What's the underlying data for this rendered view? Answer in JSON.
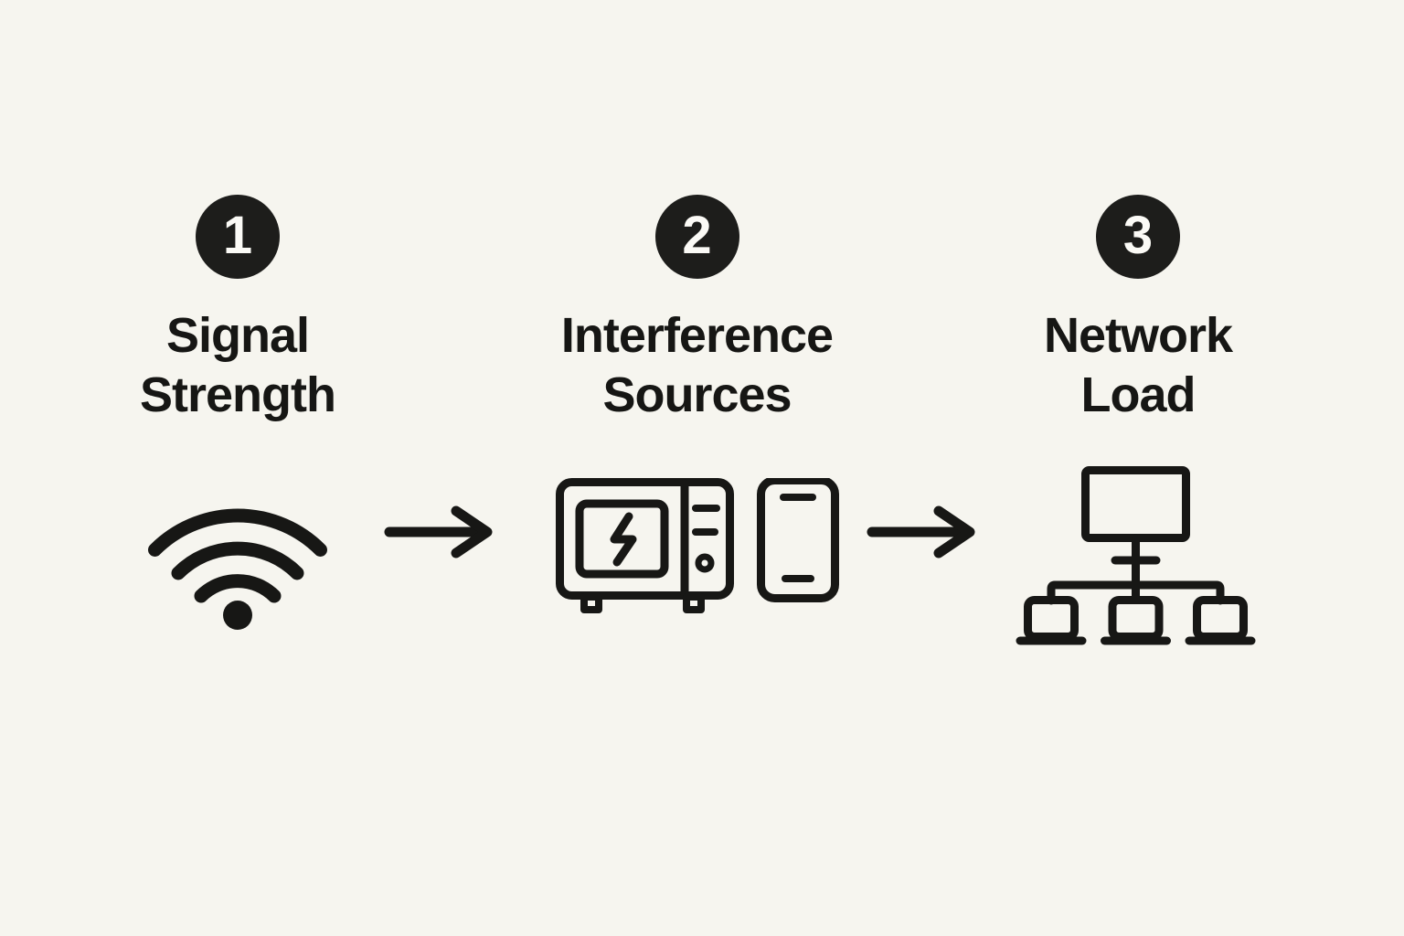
{
  "diagram": {
    "title": "WiFi performance factors flow",
    "background_color": "#f6f5ef",
    "ink_color": "#1d1d1b",
    "badge_text_color": "#fbfaf6",
    "steps": [
      {
        "number": "1",
        "title_line1": "Signal",
        "title_line2": "Strength",
        "icon": "wifi-icon"
      },
      {
        "number": "2",
        "title_line1": "Interference",
        "title_line2": "Sources",
        "icon": "microwave-and-phone-icon"
      },
      {
        "number": "3",
        "title_line1": "Network",
        "title_line2": "Load",
        "icon": "network-topology-icon"
      }
    ],
    "connectors": [
      {
        "icon": "right-arrow-icon",
        "from": "Signal Strength",
        "to": "Interference Sources"
      },
      {
        "icon": "right-arrow-icon",
        "from": "Interference Sources",
        "to": "Network Load"
      }
    ]
  }
}
